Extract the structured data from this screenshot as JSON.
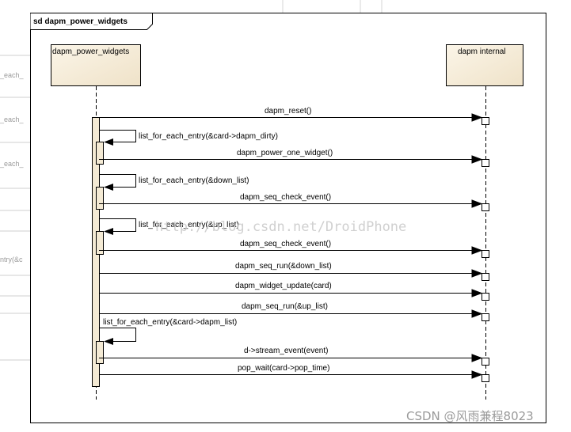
{
  "frame": {
    "title": "sd dapm_power_widgets"
  },
  "lifelines": [
    {
      "name": "dapm_power_widgets"
    },
    {
      "name": "dapm internal"
    }
  ],
  "messages": [
    {
      "label": "dapm_reset()",
      "kind": "call"
    },
    {
      "label": "list_for_each_entry(&card->dapm_dirty)",
      "kind": "self"
    },
    {
      "label": "dapm_power_one_widget()",
      "kind": "call"
    },
    {
      "label": "list_for_each_entry(&down_list)",
      "kind": "self"
    },
    {
      "label": "dapm_seq_check_event()",
      "kind": "call"
    },
    {
      "label": "list_for_each_entry(&up_list)",
      "kind": "self"
    },
    {
      "label": "dapm_seq_check_event()",
      "kind": "call"
    },
    {
      "label": "dapm_seq_run(&down_list)",
      "kind": "call"
    },
    {
      "label": "dapm_widget_update(card)",
      "kind": "call"
    },
    {
      "label": "dapm_seq_run(&up_list)",
      "kind": "call"
    },
    {
      "label": "list_for_each_entry(&card->dapm_list)",
      "kind": "self"
    },
    {
      "label": "d->stream_event(event)",
      "kind": "call"
    },
    {
      "label": "pop_wait(card->pop_time)",
      "kind": "call"
    }
  ],
  "background": {
    "clipped_labels": [
      "_each_",
      "_each_",
      "_each_",
      "ntry(&c"
    ]
  },
  "watermark": "http://blog.csdn.net/DroidPhone",
  "credit": "CSDN @风雨兼程8023"
}
